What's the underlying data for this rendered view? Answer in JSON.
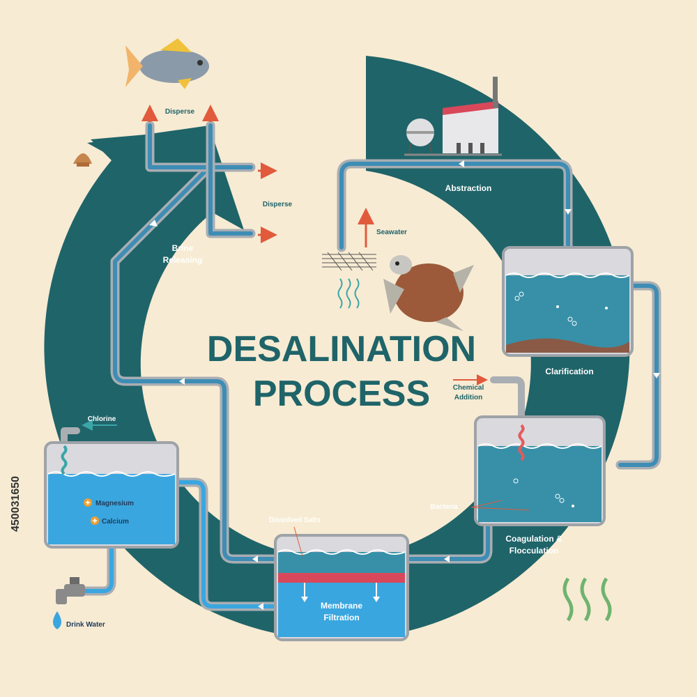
{
  "title": {
    "line1": "DESALINATION",
    "line2": "PROCESS"
  },
  "stages": {
    "abstraction": "Abstraction",
    "clarification": "Clarification",
    "coagulation_line1": "Coagulation &",
    "coagulation_line2": "Flocculation",
    "membrane_line1": "Membrane",
    "membrane_line2": "Filtration",
    "brine_line1": "Brine",
    "brine_line2": "Releasing"
  },
  "labels": {
    "seawater": "Seawater",
    "chemical_line1": "Chemical",
    "chemical_line2": "Addition",
    "bacteria": "Bacteria",
    "dissolved_salts": "Dissolved Salts",
    "chlorine": "Chlorine",
    "magnesium": "Magnesium",
    "calcium": "Calcium",
    "drink_water": "Drink Water",
    "disperse_top": "Disperse",
    "disperse_side": "Disperse"
  },
  "watermark": {
    "id": "450031650"
  },
  "colors": {
    "background": "#f7ebd3",
    "ring": "#1f6469",
    "pipe_outer": "#a9aeb3",
    "pipe_inner": "#3d8db5",
    "water": "#3790a8",
    "clean_water": "#3aa6df",
    "arrow_red": "#e15a3c",
    "title": "#1f6469"
  }
}
